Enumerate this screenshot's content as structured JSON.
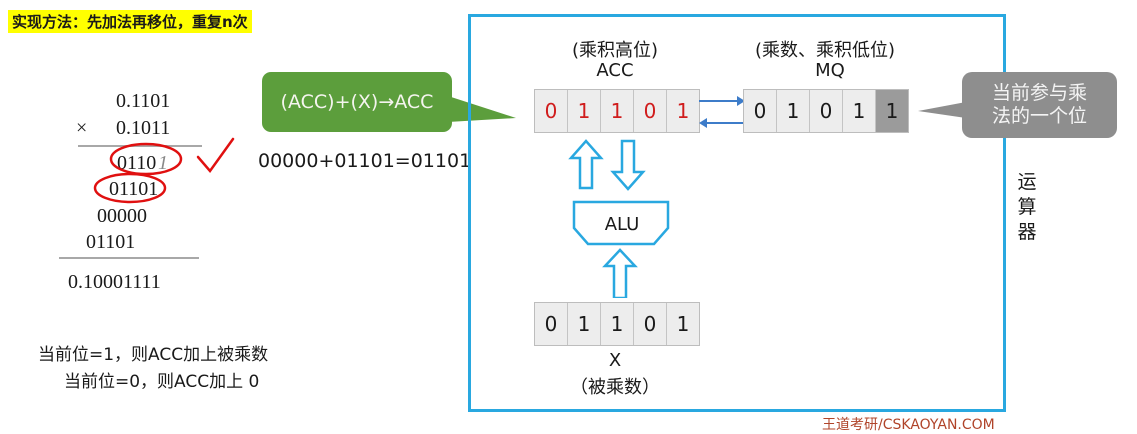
{
  "title": "实现方法：先加法再移位，重复n次",
  "manual_calc": {
    "multiplicand": "0.1101",
    "multiplier": "0.1011",
    "operator": "×",
    "partial_products": [
      "0110",
      "01101",
      "00000",
      "01101"
    ],
    "partial_product_annotation": "1",
    "result": "0.10001111",
    "checkmark": "✓"
  },
  "callout_operation": "(ACC)+(X)→ACC",
  "equation": "00000+01101=01101",
  "callout_current_bit": "当前参与乘法的一个位",
  "alu_box": {
    "side_label": "运算器",
    "acc": {
      "caption": "(乘积高位)",
      "name": "ACC",
      "bits": [
        "0",
        "1",
        "1",
        "0",
        "1"
      ]
    },
    "mq": {
      "caption": "(乘数、乘积低位)",
      "name": "MQ",
      "bits": [
        "0",
        "1",
        "0",
        "1",
        "1"
      ],
      "highlighted_index": 4
    },
    "alu_label": "ALU",
    "x": {
      "name": "X",
      "caption": "（被乘数）",
      "bits": [
        "0",
        "1",
        "1",
        "0",
        "1"
      ]
    }
  },
  "notes": [
    "当前位=1，则ACC加上被乘数",
    "当前位=0，则ACC加上 0"
  ],
  "watermark": "王道考研/CSKAOYAN.COM",
  "colors": {
    "highlight": "#ffff00",
    "frame": "#29a8e0",
    "green_callout": "#5c9e3c",
    "gray_callout": "#8e8e8e",
    "acc_digits": "#d01c1c",
    "annotation": "#e01010"
  }
}
